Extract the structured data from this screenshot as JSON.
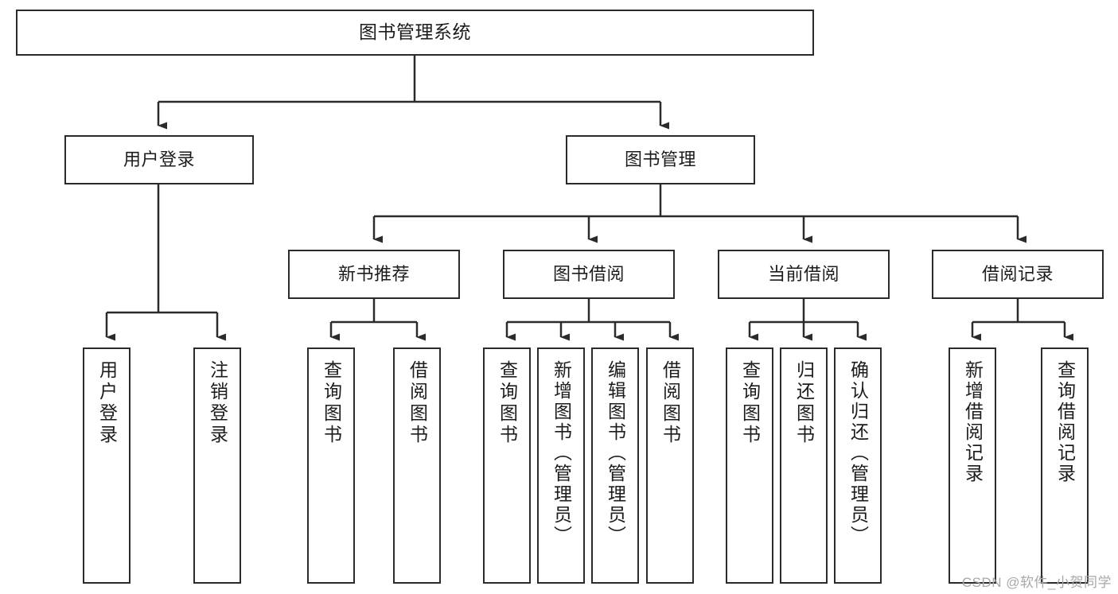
{
  "diagram": {
    "title": "图书管理系统",
    "type": "functional-structure-tree",
    "root": {
      "label": "图书管理系统"
    },
    "level2": [
      {
        "label": "用户登录"
      },
      {
        "label": "图书管理"
      }
    ],
    "level3": [
      {
        "label": "新书推荐"
      },
      {
        "label": "图书借阅"
      },
      {
        "label": "当前借阅"
      },
      {
        "label": "借阅记录"
      }
    ],
    "leaves": {
      "user_login": [
        {
          "label": "用户登录"
        },
        {
          "label": "注销登录"
        }
      ],
      "new_book_recommend": [
        {
          "label": "查询图书"
        },
        {
          "label": "借阅图书"
        }
      ],
      "book_borrow": [
        {
          "label": "查询图书"
        },
        {
          "label": "新增图书（管理员）"
        },
        {
          "label": "编辑图书（管理员）"
        },
        {
          "label": "借阅图书"
        }
      ],
      "current_borrow": [
        {
          "label": "查询图书"
        },
        {
          "label": "归还图书"
        },
        {
          "label": "确认归还（管理员）"
        }
      ],
      "borrow_record": [
        {
          "label": "新增借阅记录"
        },
        {
          "label": "查询借阅记录"
        }
      ]
    }
  },
  "watermark": {
    "text": "CSDN @软件_小贺同学"
  },
  "colors": {
    "box_border": "#2b2b2b",
    "box_fill": "#ffffff",
    "line": "#2b2b2b",
    "text": "#1c1c1c",
    "watermark": "#a8a8a8",
    "background": "#ffffff"
  }
}
